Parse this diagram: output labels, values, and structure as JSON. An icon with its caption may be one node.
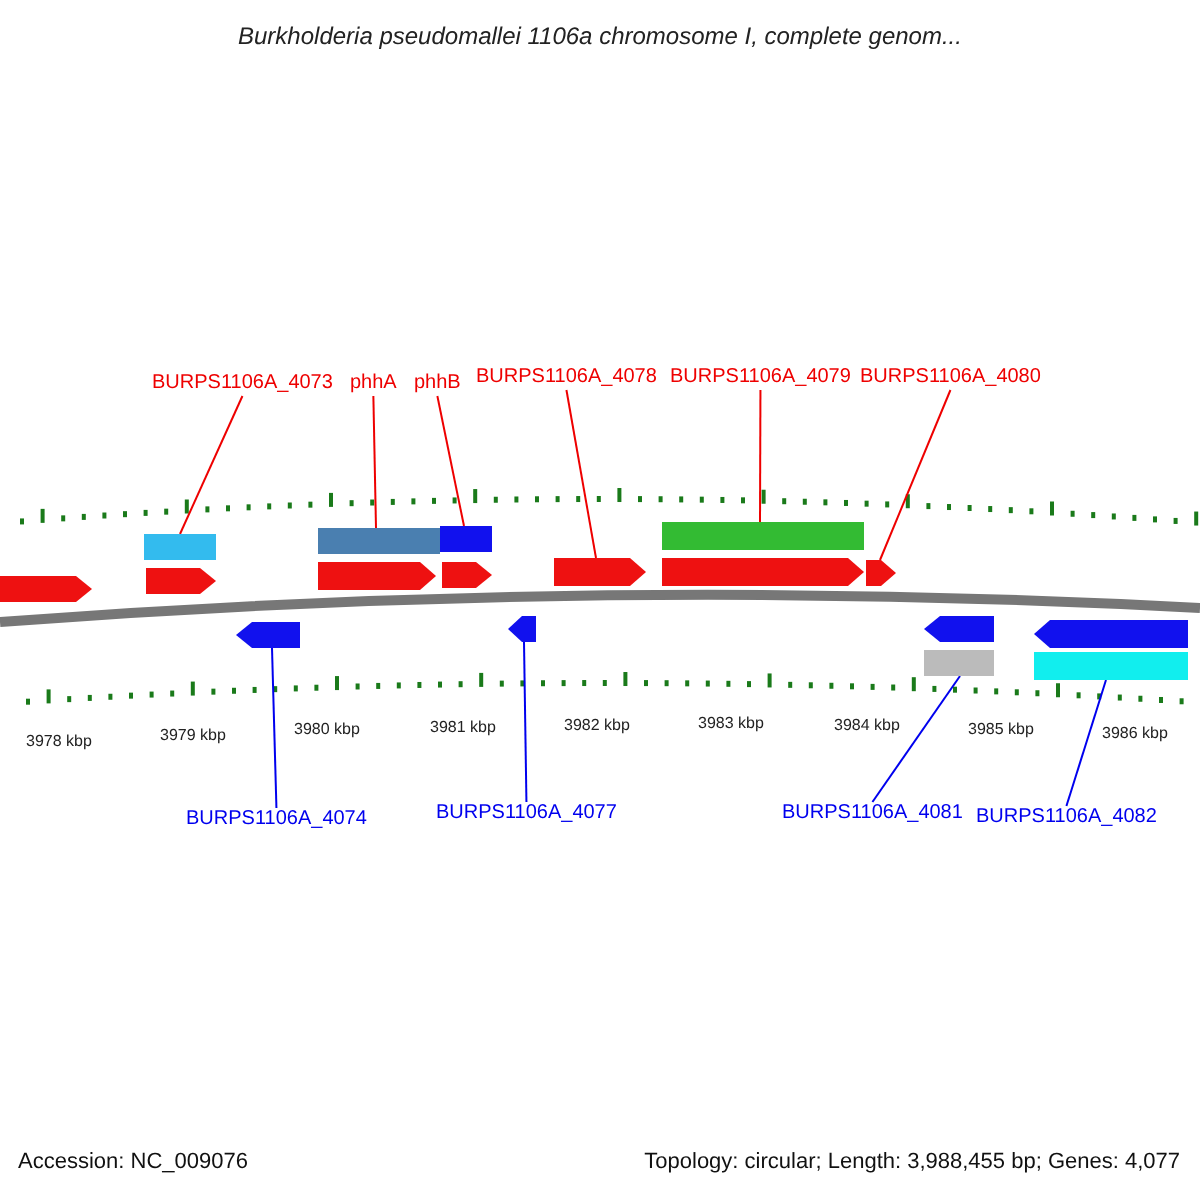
{
  "diagram": {
    "title": "Burkholderia pseudomallei 1106a chromosome I, complete genom...",
    "nodes": [
      {
        "text": [
          "BURPS1106A_4073"
        ]
      },
      {
        "text": [
          "phhA"
        ]
      },
      {
        "text": [
          "phhB"
        ]
      },
      {
        "text": [
          "BURPS1106A_4078"
        ]
      },
      {
        "text": [
          "BURPS1106A_4079"
        ]
      },
      {
        "text": [
          "BURPS1106A_4080"
        ]
      },
      {
        "text": [],
        "shape": "bar"
      },
      {
        "text": [],
        "shape": "bar"
      },
      {
        "text": [],
        "shape": "bar"
      },
      {
        "text": [],
        "shape": "arrow"
      },
      {
        "text": [],
        "shape": "bar"
      },
      {
        "text": [],
        "shape": "arrow"
      },
      {
        "text": [],
        "shape": "arrow"
      },
      {
        "text": [],
        "shape": "arrow"
      },
      {
        "text": [],
        "shape": "bar"
      },
      {
        "text": [],
        "shape": "bar"
      },
      {
        "text": [
          "BURPS1106A_4074"
        ]
      },
      {
        "text": [
          "BURPS1106A_4077"
        ]
      },
      {
        "text": [
          "BURPS1106A_4081"
        ]
      },
      {
        "text": [
          "BURPS1106A_4082"
        ]
      }
    ],
    "edges": [
      {
        "from": 0,
        "to": 6,
        "arrow": "none"
      },
      {
        "from": 1,
        "to": 7,
        "arrow": "none"
      },
      {
        "from": 2,
        "to": 8,
        "arrow": "none"
      },
      {
        "from": 3,
        "to": 9,
        "arrow": "none"
      },
      {
        "from": 4,
        "to": 10,
        "arrow": "none"
      },
      {
        "from": 5,
        "to": 11,
        "arrow": "none"
      },
      {
        "from": 16,
        "to": 12,
        "arrow": "none",
        "color": "#0000ee"
      },
      {
        "from": 17,
        "to": 13,
        "arrow": "none",
        "color": "#0000ee"
      },
      {
        "from": 18,
        "to": 14,
        "arrow": "none",
        "color": "#0000ee"
      },
      {
        "from": 19,
        "to": 15,
        "arrow": "none",
        "color": "#0000ee"
      }
    ],
    "labels": [
      "3978 kbp",
      "3979 kbp",
      "3980 kbp",
      "3981 kbp",
      "3982 kbp",
      "3983 kbp",
      "3984 kbp",
      "3985 kbp",
      "3986 kbp",
      "Accession: NC_009076",
      "Topology: circular; Length: 3,988,455 bp; Genes: 4,077"
    ]
  }
}
